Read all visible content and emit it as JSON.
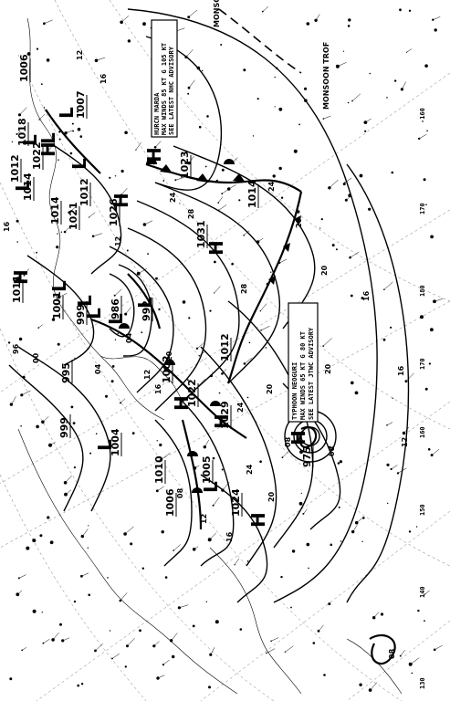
{
  "map": {
    "advisories": {
      "hurricane": [
        "HURCN MARDA",
        "MAX WINDS 85 KT G 105 KT",
        "SEE LATEST NHC ADVISORY"
      ],
      "typhoon": [
        "TYPHOON NEOGURI",
        "MAX WINDS 65 KT G 80 KT",
        "SEE LATEST JTWC ADVISORY"
      ]
    },
    "pressure_values": {
      "p1006": "1006",
      "p1018": "1018",
      "p1007": "1007",
      "p1012a": "1012",
      "p1022": "1022",
      "p1014a": "1014",
      "p1014b": "1014",
      "p1021": "1021",
      "p1012b": "1012",
      "p1026": "1026",
      "p1023": "1023",
      "p1014c": "1014",
      "p1031": "1031",
      "p1011": "1011",
      "p1001": "1001",
      "p999a": "999",
      "p986": "986",
      "p992": "992",
      "p995": "995",
      "p1002": "1002",
      "p1012c": "1012",
      "p1029": "1029",
      "p999b": "999",
      "p1004": "1004",
      "p1022b": "1022",
      "p1010": "1010",
      "p1005": "1005",
      "p1006b": "1006",
      "p1024": "1024",
      "p975": "975"
    },
    "isobar_labels": {
      "i12a": "12",
      "i16a": "16",
      "i16b": "16",
      "i12b": "12",
      "i24a": "24",
      "i28a": "28",
      "i24b": "24",
      "i28b": "28",
      "i20a": "20",
      "i16c": "16",
      "i20b": "20",
      "i20c": "20",
      "i24c": "24",
      "i20d": "20",
      "i16d": "16",
      "i12c": "12",
      "i08a": "08",
      "i08b": "08",
      "i20e": "20",
      "i24d": "24",
      "i16e": "16",
      "i12d": "12",
      "i08c": "08",
      "i00a": "00",
      "i96": "96",
      "i04a": "04",
      "i04b": "04",
      "i12e": "12",
      "i16f": "16",
      "i20f": "20"
    },
    "systems": [
      "L",
      "L",
      "L",
      "H",
      "L",
      "L",
      "H",
      "H",
      "H",
      "H",
      "L",
      "L",
      "L",
      "L",
      "L",
      "H",
      "H",
      "L",
      "L",
      "H",
      "H"
    ],
    "region_labels": {
      "monsoon": "MONSOON TROF",
      "monso": "MONSO"
    },
    "longitudes": {
      "l160w": "-160",
      "l170w": "170",
      "l180": "180",
      "l170e": "170",
      "l160e": "160",
      "l150e": "150",
      "l140e": "140",
      "l130e": "130"
    },
    "storm_pressure": "08"
  }
}
